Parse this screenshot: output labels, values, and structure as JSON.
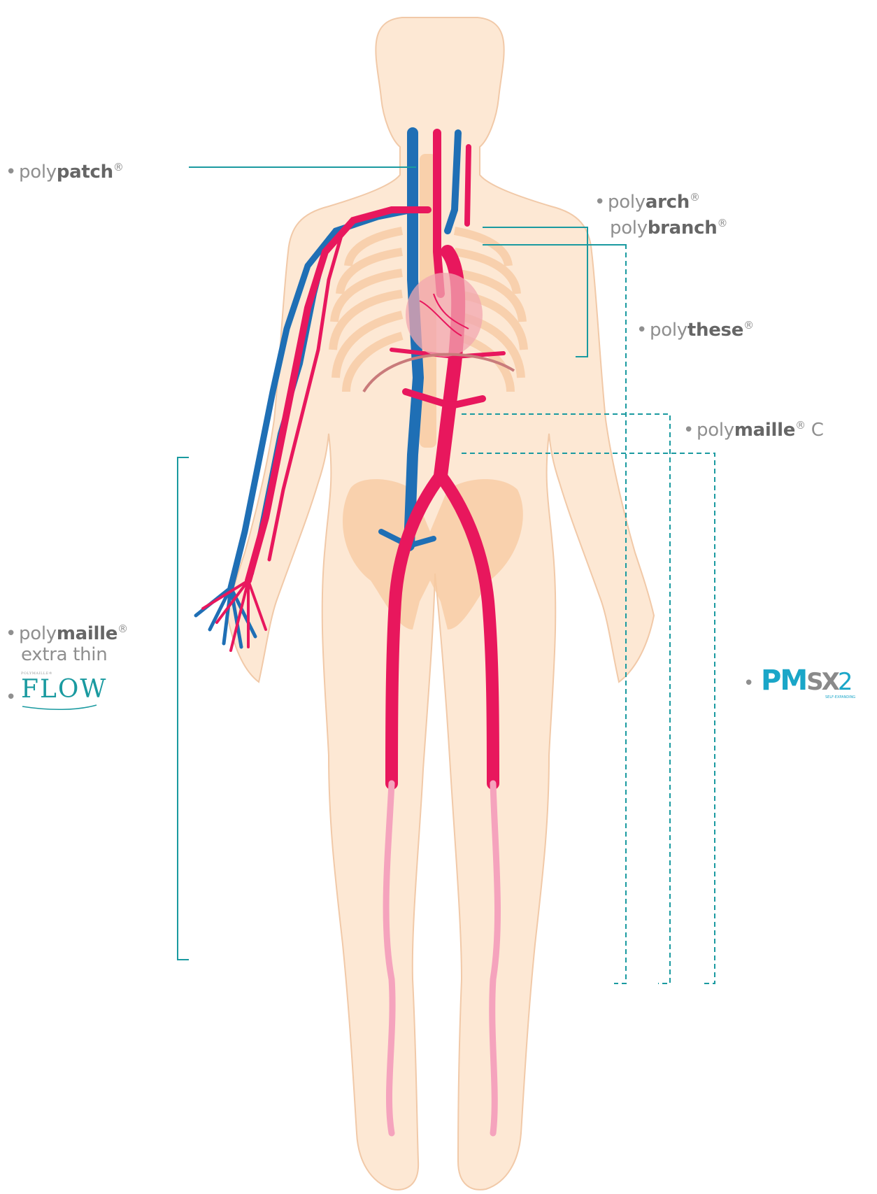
{
  "labels": {
    "polypatch": {
      "prefix": "poly",
      "bold": "patch",
      "mark": "®"
    },
    "polyarch": {
      "prefix": "poly",
      "bold": "arch",
      "mark": "®"
    },
    "polybranch": {
      "prefix": "poly",
      "bold": "branch",
      "mark": "®"
    },
    "polythese": {
      "prefix": "poly",
      "bold": "these",
      "mark": "®"
    },
    "polymaille_c": {
      "prefix": "poly",
      "bold": "maille",
      "mark": "®",
      "suffix": "C"
    },
    "polymaille_et": {
      "prefix": "poly",
      "bold": "maille",
      "mark": "®",
      "line2": "extra thin"
    },
    "flow": {
      "small": "POLYMAILLE®",
      "text": "FLOW"
    },
    "pmsx2": {
      "pm": "PM",
      "sx": "SX",
      "two": "2",
      "small": "SELF-EXPANDING"
    }
  },
  "bullet": "•",
  "colors": {
    "skin": "#fde8d4",
    "skin_outline": "#f1c9a8",
    "artery": "#e8175d",
    "artery_light": "#f5a3bd",
    "vein": "#1f6fb5",
    "teal": "#1a9aa0",
    "bone": "#f7c9a0",
    "heart": "#f2a7b0"
  }
}
